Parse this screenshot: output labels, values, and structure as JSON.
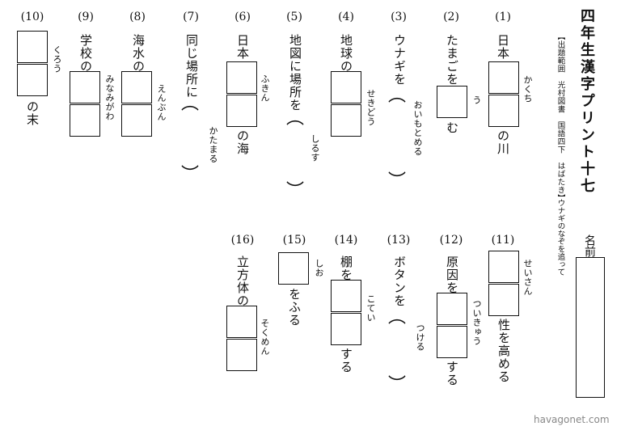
{
  "header": {
    "title": "四年生漢字プリント十七",
    "source": "【出題範囲　光村図書　国語四下　はばたき】",
    "unit": "ウナギのなぞを追って",
    "name_label": "名前"
  },
  "questions": [
    {
      "num": "(1)",
      "pre": "日本",
      "furigana": "かくち",
      "post": "の川"
    },
    {
      "num": "(2)",
      "pre": "たまごを",
      "furigana": "う",
      "post": "む"
    },
    {
      "num": "(3)",
      "pre": "ウナギを",
      "furigana": "おいもとめる"
    },
    {
      "num": "(4)",
      "pre": "地球の",
      "furigana": "せきどう"
    },
    {
      "num": "(5)",
      "pre": "地図に場所を",
      "furigana": "しるす"
    },
    {
      "num": "(6)",
      "pre": "日本",
      "furigana": "ふきん",
      "post": "の海"
    },
    {
      "num": "(7)",
      "pre": "同じ場所に",
      "furigana": "かたまる"
    },
    {
      "num": "(8)",
      "pre": "海水の",
      "furigana": "えんぶん"
    },
    {
      "num": "(9)",
      "pre": "学校の",
      "furigana": "みなみがわ"
    },
    {
      "num": "(10)",
      "furigana": "くろう",
      "post": "の末"
    },
    {
      "num": "(11)",
      "furigana": "せいさん",
      "post": "性を高める"
    },
    {
      "num": "(12)",
      "pre": "原因を",
      "furigana": "ついきゅう",
      "post": "する"
    },
    {
      "num": "(13)",
      "pre": "ボタンを",
      "furigana": "つける"
    },
    {
      "num": "(14)",
      "pre": "棚を",
      "furigana": "こてい",
      "post": "する"
    },
    {
      "num": "(15)",
      "furigana": "しお",
      "post": "をふる"
    },
    {
      "num": "(16)",
      "pre": "立方体の",
      "furigana": "そくめん"
    }
  ],
  "watermark": "havagonet.com"
}
